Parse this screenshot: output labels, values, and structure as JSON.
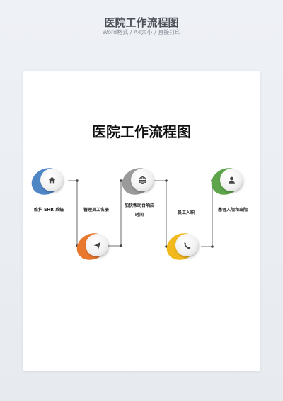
{
  "header": {
    "title": "医院工作流程图",
    "subtitle": "Word格式 / A4大小 / 直接打印"
  },
  "document": {
    "title": "医院工作流程图"
  },
  "steps": [
    {
      "label": "维护 EHR 系统",
      "icon": "home-icon",
      "color": "#4f86c6"
    },
    {
      "label": "管理员工名册",
      "icon": "paper-plane-icon",
      "color": "#e8782e"
    },
    {
      "label": "加快帮助台响应时间",
      "icon": "globe-icon",
      "color": "#9a9a9a"
    },
    {
      "label": "员工入职",
      "icon": "phone-icon",
      "color": "#f2b91c"
    },
    {
      "label": "患者入院和出院",
      "icon": "user-icon",
      "color": "#5da44a"
    }
  ]
}
